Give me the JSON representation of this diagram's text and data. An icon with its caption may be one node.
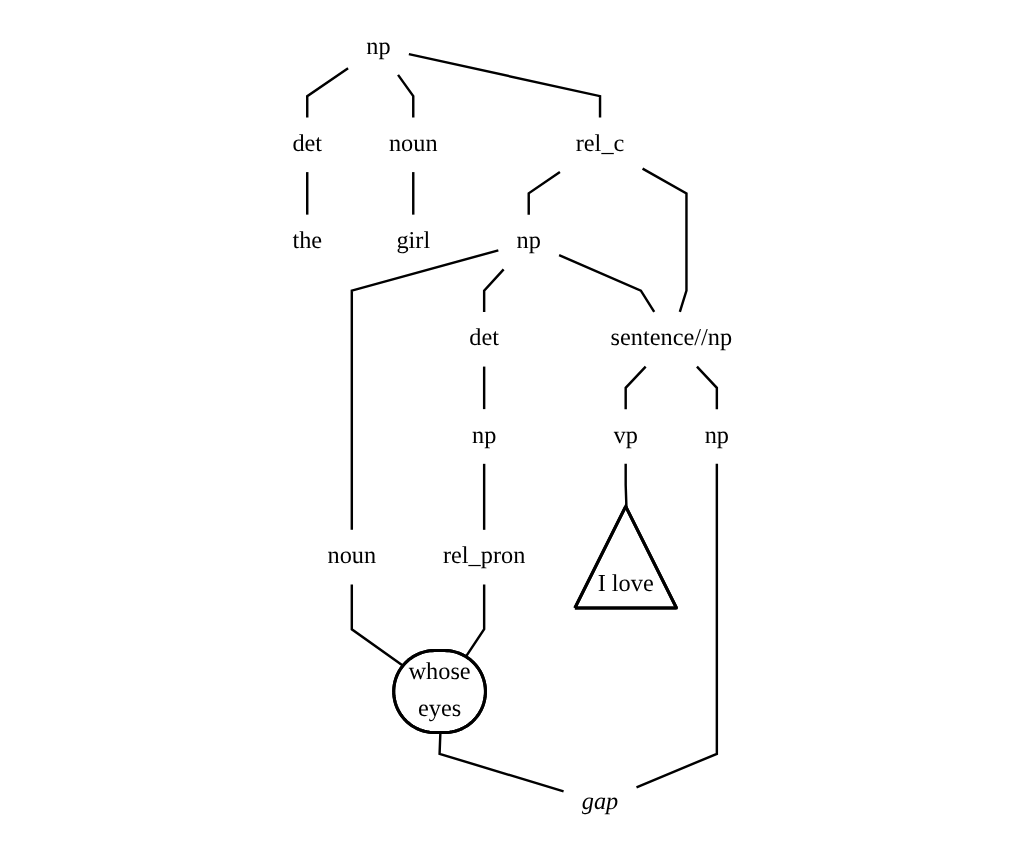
{
  "diagram": {
    "nodes": [
      {
        "text": [
          "np"
        ]
      },
      {
        "text": [
          "det"
        ]
      },
      {
        "text": [
          "noun"
        ]
      },
      {
        "text": [
          "rel_c"
        ]
      },
      {
        "text": [
          "the"
        ]
      },
      {
        "text": [
          "girl"
        ]
      },
      {
        "text": [
          "np"
        ]
      },
      {
        "text": [
          "sentence//np"
        ]
      },
      {
        "text": [
          "det"
        ]
      },
      {
        "text": [
          "noun"
        ]
      },
      {
        "text": [
          "vp"
        ]
      },
      {
        "text": [
          "np"
        ]
      },
      {
        "text": [
          "np"
        ]
      },
      {
        "text": [
          "rel_pron"
        ]
      },
      {
        "text": [
          "whose",
          "eyes"
        ]
      },
      {
        "text": [
          "I love"
        ]
      },
      {
        "text": [
          "gap"
        ]
      }
    ],
    "edges": [
      {
        "from": 0,
        "to": 1,
        "arrow": "none"
      },
      {
        "from": 0,
        "to": 2,
        "arrow": "none"
      },
      {
        "from": 0,
        "to": 3,
        "arrow": "none"
      },
      {
        "from": 1,
        "to": 4,
        "arrow": "none"
      },
      {
        "from": 2,
        "to": 5,
        "arrow": "none"
      },
      {
        "from": 3,
        "to": 6,
        "arrow": "none"
      },
      {
        "from": 3,
        "to": 7,
        "arrow": "none"
      },
      {
        "from": 6,
        "to": 7,
        "arrow": "none"
      },
      {
        "from": 6,
        "to": 8,
        "arrow": "none"
      },
      {
        "from": 6,
        "to": 9,
        "arrow": "none"
      },
      {
        "from": 7,
        "to": 10,
        "arrow": "none"
      },
      {
        "from": 7,
        "to": 11,
        "arrow": "none"
      },
      {
        "from": 8,
        "to": 12,
        "arrow": "none"
      },
      {
        "from": 12,
        "to": 13,
        "arrow": "none"
      },
      {
        "from": 13,
        "to": 14,
        "arrow": "none"
      },
      {
        "from": 9,
        "to": 14,
        "arrow": "none"
      },
      {
        "from": 10,
        "to": 15,
        "arrow": "none"
      },
      {
        "from": 11,
        "to": 16,
        "arrow": "none"
      },
      {
        "from": 14,
        "to": 16,
        "arrow": "none"
      }
    ]
  }
}
